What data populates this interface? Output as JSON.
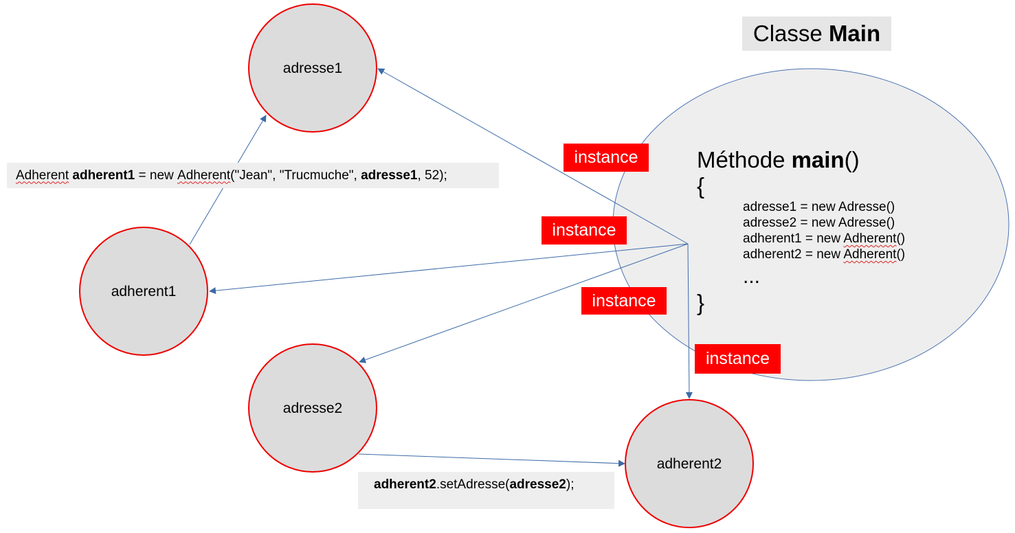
{
  "title": {
    "prefix": "Classe ",
    "bold": "Main"
  },
  "nodes": {
    "adresse1": "adresse1",
    "adherent1": "adherent1",
    "adresse2": "adresse2",
    "adherent2": "adherent2"
  },
  "code_top": {
    "t1": "Adherent",
    "t2": " ",
    "t3": "adherent1",
    "t4": " = new ",
    "t5": "Adherent",
    "t6": "(\"Jean\", \"Trucmuche\", ",
    "t7": "adresse1",
    "t8": ", 52);"
  },
  "code_bottom": {
    "b1": "adherent2",
    "b2": ".setAdresse(",
    "b3": "adresse2",
    "b4": ");"
  },
  "instance_label": "instance",
  "main_method": {
    "name_prefix": "Méthode ",
    "name_bold": "main",
    "name_suffix": "()",
    "open_brace": "{",
    "close_brace": "}",
    "lines": {
      "l1": "adresse1 = new Adresse()",
      "l2": "adresse2 = new Adresse()",
      "l3a": "adherent1 = new ",
      "l3b": "Adherent",
      "l3c": "()",
      "l4a": "adherent2 = new ",
      "l4b": "Adherent",
      "l4c": "()"
    },
    "ellipsis": "..."
  },
  "colors": {
    "node_fill": "#dcdcdc",
    "node_stroke": "#ee0000",
    "arrow": "#3c6aa8",
    "ellipse_fill": "#eeeeee",
    "ellipse_stroke": "#4a72b0",
    "instance_bg": "#ff0000"
  }
}
